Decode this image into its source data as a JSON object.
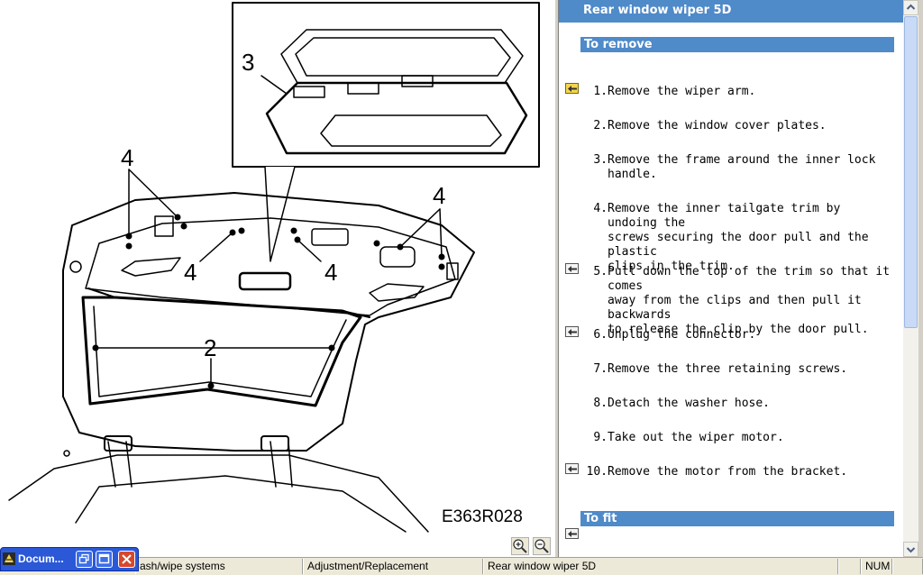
{
  "diagram": {
    "labels": {
      "callout_3": "3",
      "callout_4_top_left": "4",
      "callout_4_middle": "4",
      "callout_4_center": "4",
      "callout_4_right": "4",
      "callout_2": "2"
    },
    "figure_code": "E363R028"
  },
  "document": {
    "title": "Rear window wiper 5D",
    "sections": {
      "remove": "To remove",
      "fit": "To fit"
    },
    "steps": [
      {
        "num": "1.",
        "text": "Remove the wiper arm."
      },
      {
        "num": "2.",
        "text": "Remove the window cover plates."
      },
      {
        "num": "3.",
        "text": "Remove the frame around the inner lock\nhandle."
      },
      {
        "num": "4.",
        "text": "Remove the inner tailgate trim by undoing the\nscrews securing the door pull and the plastic\nclips in the trim."
      },
      {
        "num": "5.",
        "text": "Pull down the top of the trim so that it comes\naway from the clips and then pull it backwards\nto release the clip by the door pull."
      },
      {
        "num": "6.",
        "text": "Unplug the connector."
      },
      {
        "num": "7.",
        "text": "Remove the three retaining screws."
      },
      {
        "num": "8.",
        "text": "Detach the washer hose."
      },
      {
        "num": "9.",
        "text": "Take out the wiper motor."
      },
      {
        "num": "10.",
        "text": "Remove the motor from the bracket."
      }
    ]
  },
  "status_bar": {
    "cell_1": "ash/wipe systems",
    "cell_2": "Adjustment/Replacement",
    "cell_3": "Rear window wiper 5D",
    "cell_4": "",
    "cell_5": "NUM",
    "cell_6": ""
  },
  "minimized_window": {
    "title": "Docum..."
  },
  "colors": {
    "section_bar": "#4f8ac9",
    "highlight_icon": "#f3d54e",
    "close_button": "#d6482d",
    "title_bar": "#2a58d6"
  },
  "icons": {
    "zoom_in": "zoom-in-icon",
    "zoom_out": "zoom-out-icon",
    "step_link": "step-link-icon",
    "scroll_up": "scroll-up-arrow-icon",
    "scroll_down": "scroll-down-arrow-icon"
  }
}
